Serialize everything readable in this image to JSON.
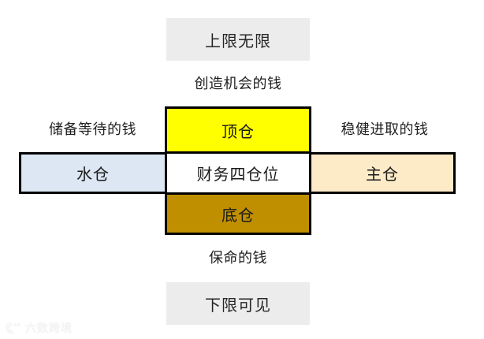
{
  "diagram": {
    "title_center": "财务四仓位",
    "top_cap": {
      "label": "上限无限",
      "note": "创造机会的钱"
    },
    "bottom_cap": {
      "label": "下限可见",
      "note": "保命的钱"
    },
    "cells": {
      "top": {
        "label": "顶仓",
        "color": "#FFFF00"
      },
      "center": {
        "label": "财务四仓位",
        "color": "#FFFFFF"
      },
      "bottom": {
        "label": "底仓",
        "color": "#BF8F00"
      },
      "left": {
        "label": "水仓",
        "color": "#DCE7F3"
      },
      "right": {
        "label": "主仓",
        "color": "#FDEBC8"
      }
    },
    "side_notes": {
      "left": "储备等待的钱",
      "right": "稳健进取的钱"
    },
    "cap_background": "#ECECEC",
    "border_color": "#000000"
  },
  "watermark": {
    "text": "六数跨境",
    "icon": "watermark-logo-icon"
  }
}
